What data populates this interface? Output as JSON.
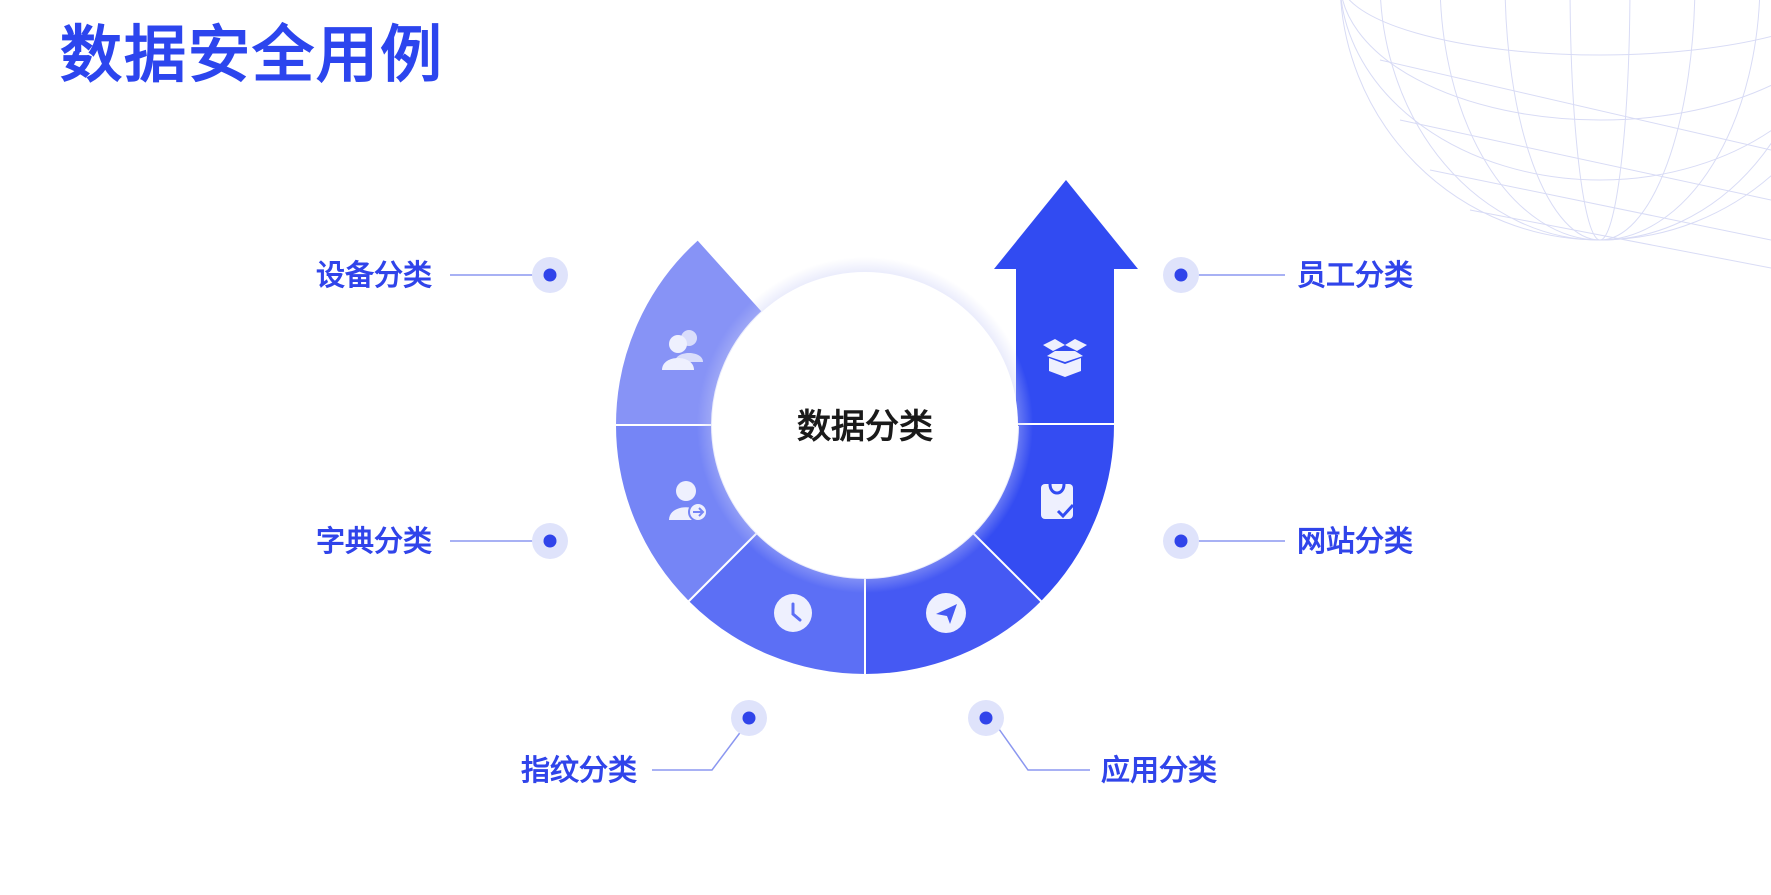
{
  "page_title": "数据安全用例",
  "center_label": "数据分类",
  "categories": [
    {
      "label": "设备分类",
      "icon": "users-icon"
    },
    {
      "label": "字典分类",
      "icon": "user-transfer-icon"
    },
    {
      "label": "指纹分类",
      "icon": "clock-icon"
    },
    {
      "label": "应用分类",
      "icon": "paper-plane-icon"
    },
    {
      "label": "网站分类",
      "icon": "shopping-bag-icon"
    },
    {
      "label": "员工分类",
      "icon": "open-box-icon"
    }
  ],
  "colors": {
    "accent": "#2c45ee",
    "segment_shades": [
      "#8793f6",
      "#7585f6",
      "#5c6ff5",
      "#4559f3",
      "#344cf2",
      "#314bf2"
    ],
    "dot": "#3044ea",
    "dot_halo": "#dfe3fb",
    "connector": "#8b97f0"
  }
}
